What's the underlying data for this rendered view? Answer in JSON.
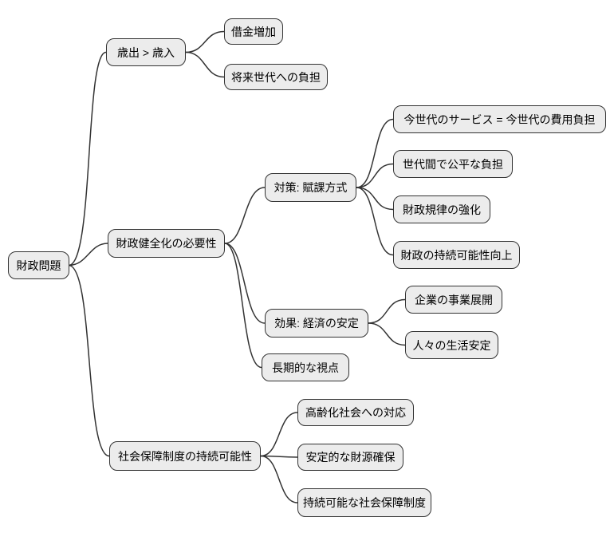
{
  "diagram": {
    "type": "mindmap",
    "background": "#ffffff",
    "colors": {
      "node_fill": "#ececec",
      "node_border": "#333333",
      "edge": "#333333",
      "text": "#000000"
    }
  },
  "mindmap": {
    "root": {
      "label": "財政問題"
    },
    "branches": [
      {
        "label": "歳出 > 歳入",
        "children": [
          {
            "label": "借金増加"
          },
          {
            "label": "将来世代への負担"
          }
        ]
      },
      {
        "label": "財政健全化の必要性",
        "children": [
          {
            "label": "対策: 賦課方式",
            "children": [
              {
                "label": "今世代のサービス = 今世代の費用負担"
              },
              {
                "label": "世代間で公平な負担"
              },
              {
                "label": "財政規律の強化"
              },
              {
                "label": "財政の持続可能性向上"
              }
            ]
          },
          {
            "label": "効果: 経済の安定",
            "children": [
              {
                "label": "企業の事業展開"
              },
              {
                "label": "人々の生活安定"
              }
            ]
          },
          {
            "label": "長期的な視点"
          }
        ]
      },
      {
        "label": "社会保障制度の持続可能性",
        "children": [
          {
            "label": "高齢化社会への対応"
          },
          {
            "label": "安定的な財源確保"
          },
          {
            "label": "持続可能な社会保障制度"
          }
        ]
      }
    ]
  }
}
